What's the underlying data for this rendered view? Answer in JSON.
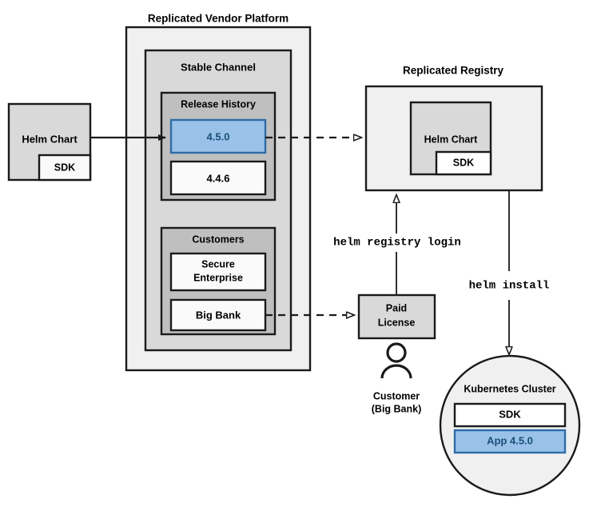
{
  "diagram": {
    "title_vendor_platform": "Replicated Vendor Platform",
    "title_registry": "Replicated Registry",
    "colors": {
      "accent_blue_fill": "#9ac2e8",
      "accent_blue_stroke": "#2f6ca8",
      "accent_blue_text": "#1a4e7a",
      "grey_level_1": "#f0f0f0",
      "grey_level_2": "#d9d9d9",
      "grey_level_3": "#bfbfbf",
      "white": "#fafafa",
      "stroke": "#1a1a1a"
    },
    "source_chart": {
      "label": "Helm Chart",
      "sdk_label": "SDK"
    },
    "vendor_platform": {
      "channel": {
        "label": "Stable Channel",
        "release_history": {
          "label": "Release History",
          "releases": [
            {
              "version": "4.5.0",
              "highlighted": true
            },
            {
              "version": "4.4.6",
              "highlighted": false
            }
          ]
        },
        "customers": {
          "label": "Customers",
          "entries": [
            {
              "name": "Secure Enterprise",
              "line1": "Secure",
              "line2": "Enterprise"
            },
            {
              "name": "Big Bank",
              "line1": "Big Bank",
              "line2": ""
            }
          ]
        }
      }
    },
    "registry": {
      "chart_label": "Helm Chart",
      "sdk_label": "SDK"
    },
    "license": {
      "line1": "Paid",
      "line2": "License"
    },
    "customer_actor": {
      "line1": "Customer",
      "line2": "(Big Bank)"
    },
    "cluster": {
      "label": "Kubernetes Cluster",
      "components": [
        {
          "label": "SDK",
          "highlighted": false
        },
        {
          "label": "App 4.5.0",
          "highlighted": true
        }
      ]
    },
    "commands": {
      "registry_login": "helm registry login",
      "install": "helm install"
    }
  }
}
